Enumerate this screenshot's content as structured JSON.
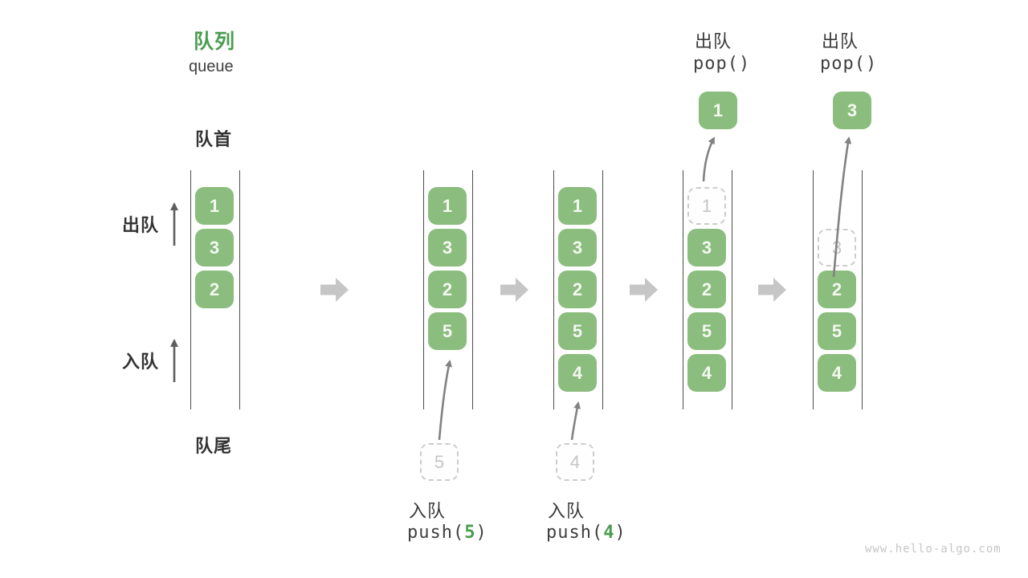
{
  "header": {
    "title_zh": "队列",
    "title_en": "queue"
  },
  "side_labels": {
    "front": "队首",
    "rear": "队尾",
    "dequeue": "出队",
    "enqueue": "入队"
  },
  "queues": [
    {
      "slots": [
        {
          "v": "1"
        },
        {
          "v": "3"
        },
        {
          "v": "2"
        }
      ]
    },
    {
      "slots": [
        {
          "v": "1"
        },
        {
          "v": "3"
        },
        {
          "v": "2"
        },
        {
          "v": "5"
        }
      ]
    },
    {
      "slots": [
        {
          "v": "1"
        },
        {
          "v": "3"
        },
        {
          "v": "2"
        },
        {
          "v": "5"
        },
        {
          "v": "4"
        }
      ]
    },
    {
      "slots": [
        {
          "v": "1",
          "dashed": true
        },
        {
          "v": "3"
        },
        {
          "v": "2"
        },
        {
          "v": "5"
        },
        {
          "v": "4"
        }
      ]
    },
    {
      "slots": [
        {
          "v": "3",
          "dashed": true
        },
        {
          "v": "2"
        },
        {
          "v": "5"
        },
        {
          "v": "4"
        }
      ]
    }
  ],
  "staged": [
    {
      "v": "5"
    },
    {
      "v": "4"
    }
  ],
  "popped": [
    {
      "v": "1"
    },
    {
      "v": "3"
    }
  ],
  "ops": {
    "push5": {
      "label": "入队",
      "fn": "push(",
      "arg": "5",
      "close": ")"
    },
    "push4": {
      "label": "入队",
      "fn": "push(",
      "arg": "4",
      "close": ")"
    },
    "pop_a": {
      "label": "出队",
      "code": "pop()"
    },
    "pop_b": {
      "label": "出队",
      "code": "pop()"
    }
  },
  "watermark": "www.hello-algo.com",
  "colors": {
    "box_green": "#8BBD7E",
    "accent_green": "#4A9D50",
    "block_arrow_gray": "#C6C6C6",
    "thin_arrow_gray": "#828282",
    "dark_arrow": "#5E5E5E",
    "dashed_border": "#CCCCCC"
  }
}
